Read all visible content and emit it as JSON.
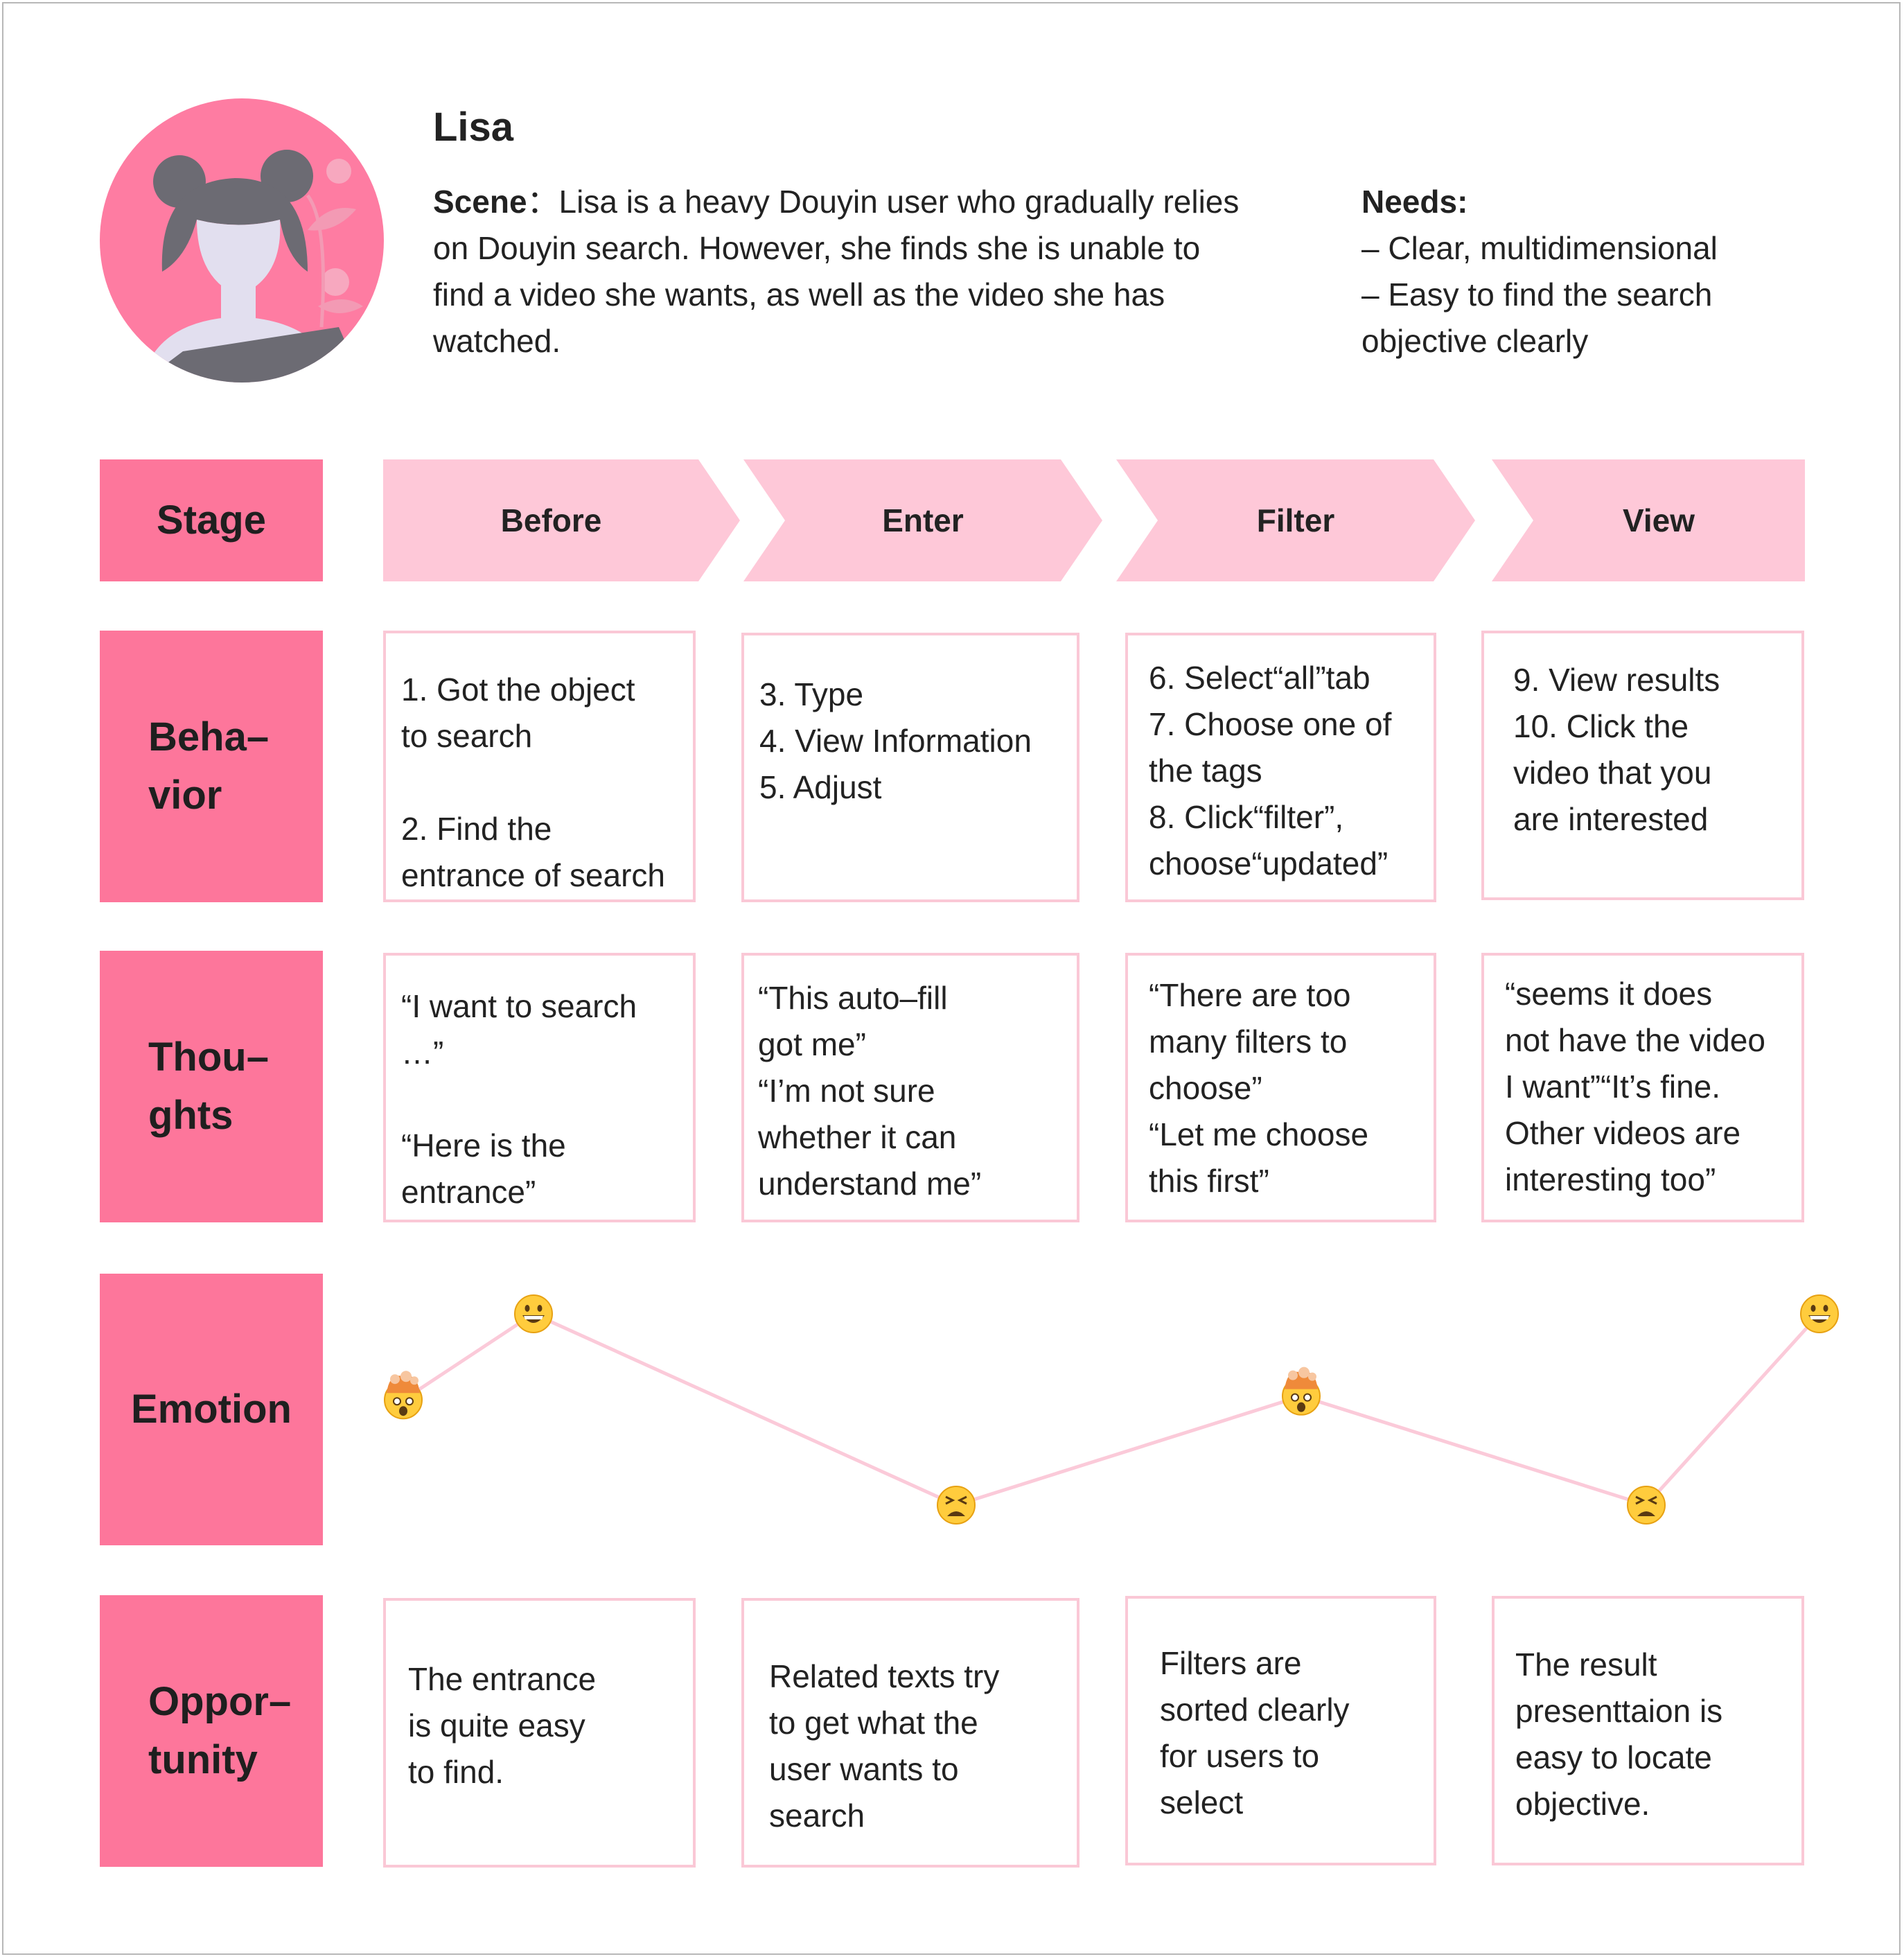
{
  "persona": {
    "name": "Lisa",
    "scene_label": "Scene",
    "scene_sep": "：",
    "scene_text": "Lisa is a heavy Douyin user who gradually relies on Douyin search. However, she finds she is unable to find a video she wants, as well as the video she has watched.",
    "needs_title": "Needs:",
    "needs": [
      "– Clear, multidimensional",
      "– Easy to find the search objective clearly"
    ]
  },
  "rows": {
    "stage": "Stage",
    "behavior": "Beha–\nvior",
    "thoughts": "Thou–\nghts",
    "emotion": "Emotion",
    "opportunity": "Oppor–\ntunity"
  },
  "stages": [
    "Before",
    "Enter",
    "Filter",
    "View"
  ],
  "behavior": [
    "1. Got the object\nto search\n\n2. Find the\nentrance of search",
    "3. Type\n4. View Information\n5. Adjust",
    "6. Select“all”tab\n7. Choose one of\nthe tags\n8. Click“filter”,\nchoose“updated”",
    "9. View results\n10. Click the\nvideo that you\nare interested"
  ],
  "thoughts": [
    "“I want to search\n…”\n\n“Here is the\nentrance”",
    "“This auto–fill\ngot me”\n“I’m not sure\nwhether it can\nunderstand me”",
    "“There are too\nmany filters to\nchoose”\n“Let me choose\nthis first”",
    "“seems it does\nnot have the video\nI want”“It’s fine.\nOther videos are\ninteresting too”"
  ],
  "opportunity": [
    "The entrance\nis quite easy\nto find.",
    "Related texts try\nto get what the\nuser wants to\nsearch",
    "Filters are\nsorted clearly\nfor users to\nselect",
    "The result\npresenttaion is\neasy to locate\nobjective."
  ],
  "emotion_points": [
    {
      "face": "mind-blown",
      "level": 0.55
    },
    {
      "face": "grinning",
      "level": 1.0
    },
    {
      "face": "tired",
      "level": 0.0
    },
    {
      "face": "mind-blown",
      "level": 0.57
    },
    {
      "face": "tired",
      "level": 0.0
    },
    {
      "face": "grinning",
      "level": 1.0
    }
  ],
  "colors": {
    "accent": "#fd769b",
    "stage_fill": "#fec8d8",
    "box_border": "#fac8d6",
    "emotion_line": "#fbcad9",
    "avatar_bg": "#fe7ca2",
    "avatar_hair": "#6c6b73",
    "avatar_skin": "#e2dfef"
  }
}
